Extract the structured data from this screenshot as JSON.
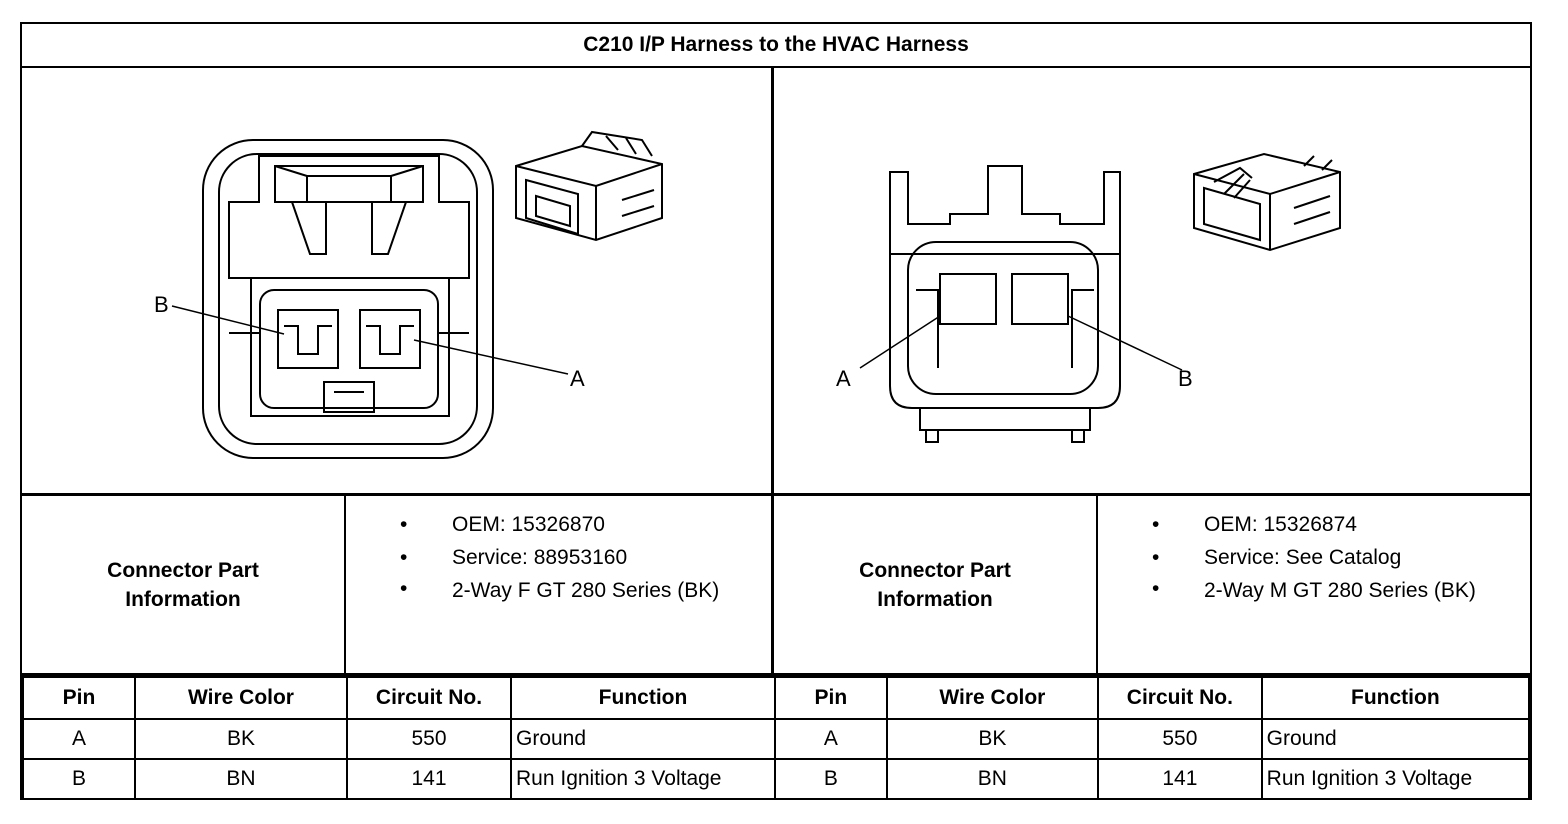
{
  "title": "C210 I/P Harness to the HVAC Harness",
  "left": {
    "label_a": "B",
    "label_b": "A",
    "info_label": "Connector Part Information",
    "info": [
      "OEM: 15326870",
      "Service: 88953160",
      "2-Way F GT 280 Series (BK)"
    ]
  },
  "right": {
    "label_a": "A",
    "label_b": "B",
    "info_label": "Connector Part Information",
    "info": [
      "OEM: 15326874",
      "Service: See Catalog",
      "2-Way M GT 280 Series (BK)"
    ]
  },
  "table": {
    "headers": [
      "Pin",
      "Wire Color",
      "Circuit No.",
      "Function"
    ],
    "rows": [
      {
        "pin": "A",
        "wire": "BK",
        "circuit": "550",
        "function": "Ground"
      },
      {
        "pin": "B",
        "wire": "BN",
        "circuit": "141",
        "function": "Run Ignition 3 Voltage"
      }
    ]
  }
}
